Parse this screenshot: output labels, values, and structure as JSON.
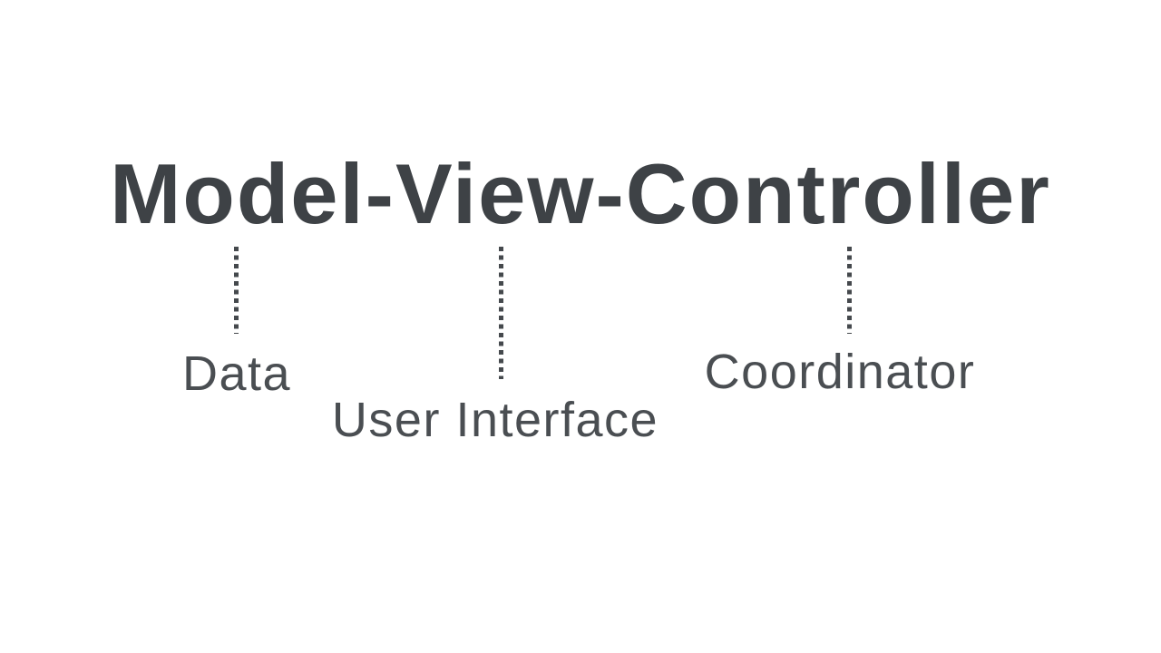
{
  "title": "Model-View-Controller",
  "colors": {
    "background": "#ffffff",
    "title": "#3e4246",
    "labels": "#4a4e52",
    "connector_dots": "#45494d"
  },
  "annotations": [
    {
      "term": "Model",
      "label": "Data"
    },
    {
      "term": "View",
      "label": "User Interface"
    },
    {
      "term": "Controller",
      "label": "Coordinator"
    }
  ]
}
